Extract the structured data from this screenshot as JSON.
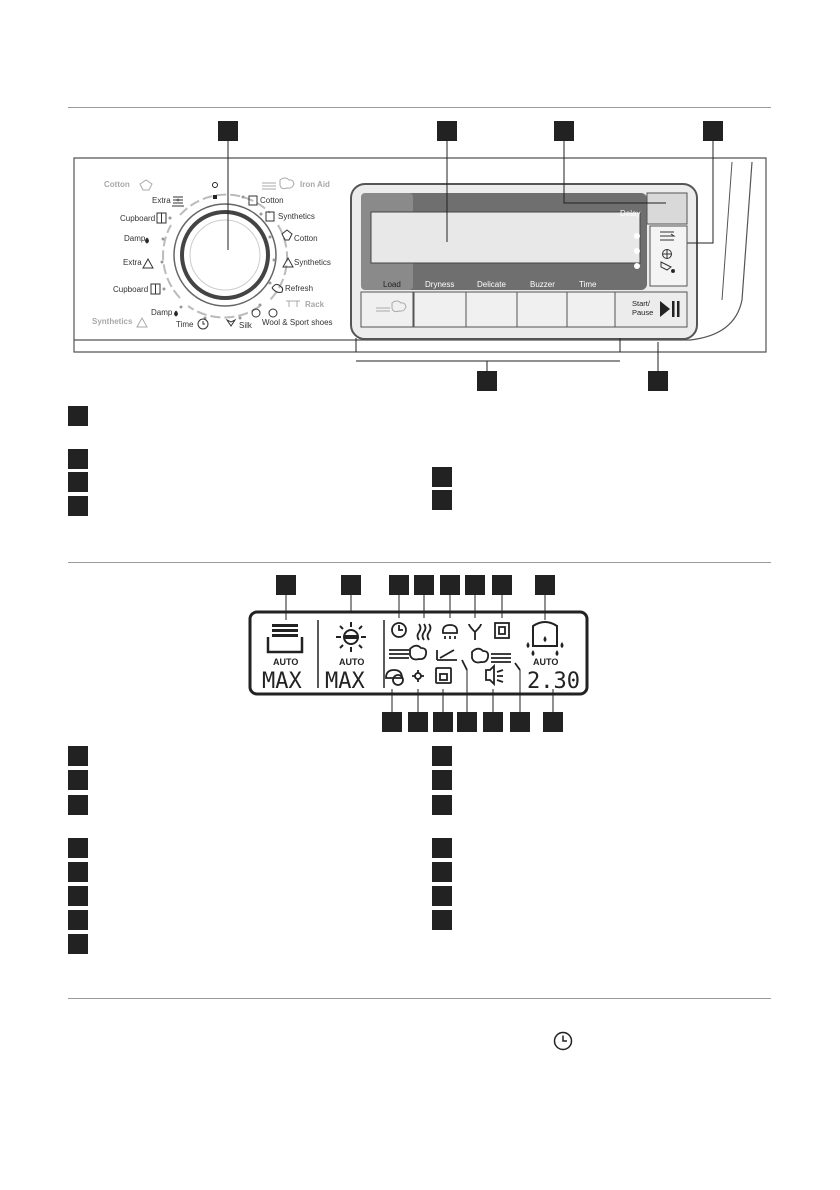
{
  "panel": {
    "dial_left_labels": {
      "cotton": "Cotton",
      "extra": "Extra",
      "cupboard1": "Cupboard",
      "damp1": "Damp",
      "extra2": "Extra",
      "cupboard2": "Cupboard",
      "damp2": "Damp",
      "synthetics": "Synthetics",
      "time": "Time"
    },
    "dial_right_labels": {
      "iron_aid": "Iron Aid",
      "cotton": "Cotton",
      "synthetics": "Synthetics",
      "cotton2": "Cotton",
      "synthetics2": "Synthetics",
      "refresh": "Refresh",
      "rack": "Rack",
      "wool": "Wool & Sport shoes",
      "silk": "Silk"
    },
    "buttons": {
      "delay": "Delay",
      "load": "Load",
      "dryness": "Dryness",
      "delicate": "Delicate",
      "buzzer": "Buzzer",
      "time": "Time",
      "start": "Start/",
      "pause": "Pause"
    }
  },
  "display": {
    "auto1": "AUTO",
    "auto2": "AUTO",
    "auto3": "AUTO",
    "max1": "MAX",
    "max2": "MAX",
    "time": "2.30"
  },
  "colors": {
    "panel_dark": "#6f6f6f",
    "panel_light": "#d9d9d9",
    "faded_text": "#a8a8a8",
    "rule": "#9a9a9a"
  }
}
